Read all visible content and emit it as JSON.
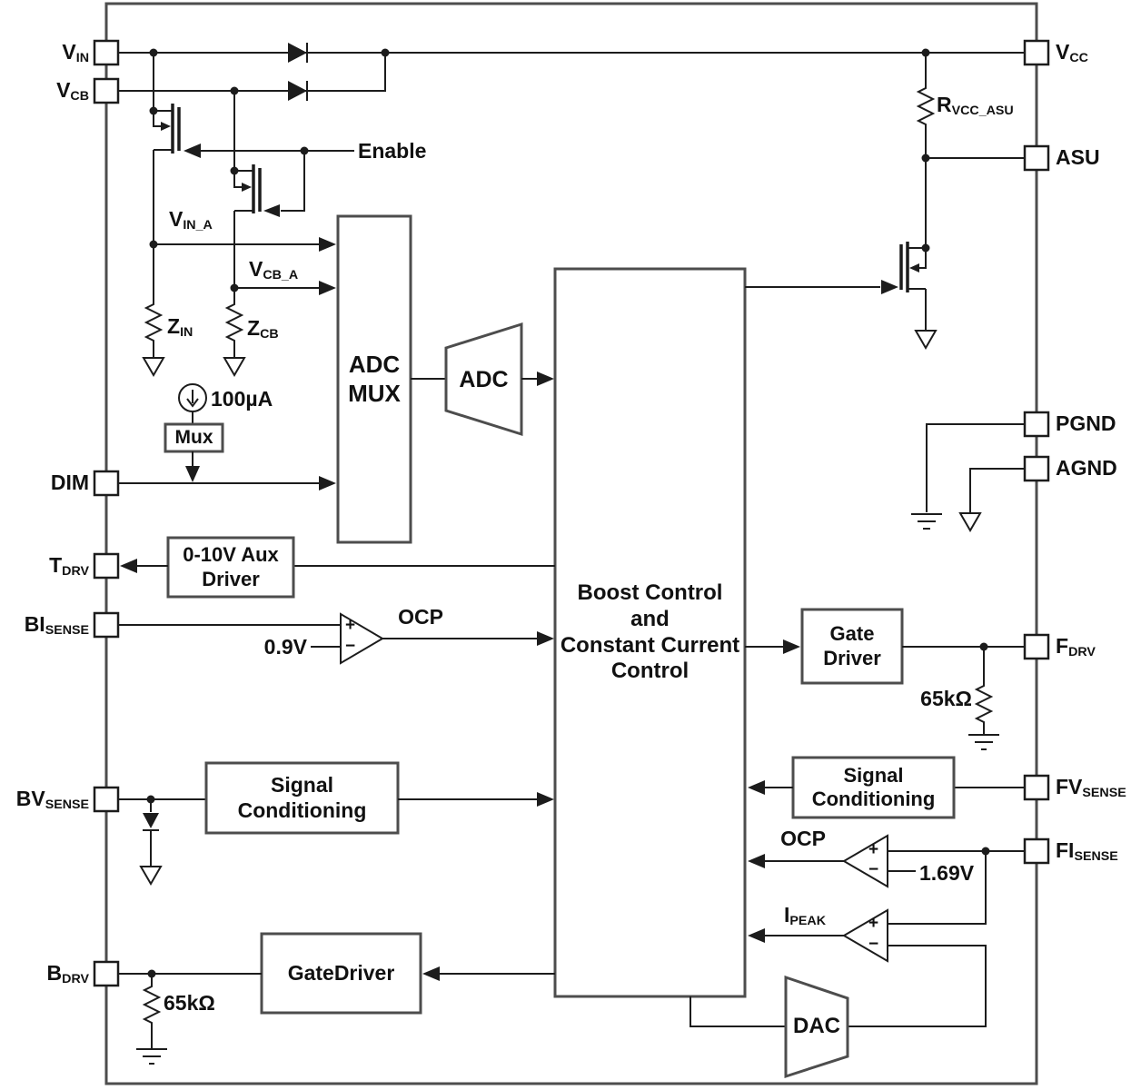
{
  "colors": {
    "background": "#ffffff",
    "wire": "#1c1c1c",
    "block_border": "#4d4d4d",
    "text": "#111111"
  },
  "pins": {
    "left": [
      {
        "id": "vin",
        "main": "V",
        "sub": "IN"
      },
      {
        "id": "vcb",
        "main": "V",
        "sub": "CB"
      },
      {
        "id": "dim",
        "main": "DIM",
        "sub": ""
      },
      {
        "id": "tdrv",
        "main": "T",
        "sub": "DRV"
      },
      {
        "id": "bisense",
        "main": "BI",
        "sub": "SENSE"
      },
      {
        "id": "bvsense",
        "main": "BV",
        "sub": "SENSE"
      },
      {
        "id": "bdrv",
        "main": "B",
        "sub": "DRV"
      }
    ],
    "right": [
      {
        "id": "vcc",
        "main": "V",
        "sub": "CC"
      },
      {
        "id": "asu",
        "main": "ASU",
        "sub": ""
      },
      {
        "id": "pgnd",
        "main": "PGND",
        "sub": ""
      },
      {
        "id": "agnd",
        "main": "AGND",
        "sub": ""
      },
      {
        "id": "fdrv",
        "main": "F",
        "sub": "DRV"
      },
      {
        "id": "fvsense",
        "main": "FV",
        "sub": "SENSE"
      },
      {
        "id": "fisense",
        "main": "FI",
        "sub": "SENSE"
      }
    ]
  },
  "blocks": {
    "adc_mux": {
      "label": "ADC\nMUX"
    },
    "adc": {
      "label": "ADC"
    },
    "boost": {
      "label": "Boost Control\nand\nConstant Current\nControl"
    },
    "aux_driver": {
      "label": "0-10V Aux\nDriver"
    },
    "gate_driver_f": {
      "label": "Gate\nDriver"
    },
    "signal_conditioning_left": {
      "label": "Signal\nConditioning"
    },
    "signal_conditioning_right": {
      "label": "Signal\nConditioning"
    },
    "gate_driver_b": {
      "label": "GateDriver"
    },
    "dac": {
      "label": "DAC"
    },
    "mux": {
      "label": "Mux"
    }
  },
  "labels": {
    "enable": "Enable",
    "vin_a": {
      "main": "V",
      "sub": "IN_A"
    },
    "vcb_a": {
      "main": "V",
      "sub": "CB_A"
    },
    "z_in": {
      "main": "Z",
      "sub": "IN"
    },
    "z_cb": {
      "main": "Z",
      "sub": "CB"
    },
    "current_source": "100µA",
    "r_vcc_asu": {
      "main": "R",
      "sub": "VCC_ASU"
    },
    "ref_0v9": "0.9V",
    "ref_1v69": "1.69V",
    "ocp_left": "OCP",
    "ocp_right": "OCP",
    "i_peak": {
      "main": "I",
      "sub": "PEAK"
    },
    "res_65k_left": "65kΩ",
    "res_65k_right": "65kΩ"
  },
  "symbols": {
    "plus": "+",
    "minus": "−"
  }
}
